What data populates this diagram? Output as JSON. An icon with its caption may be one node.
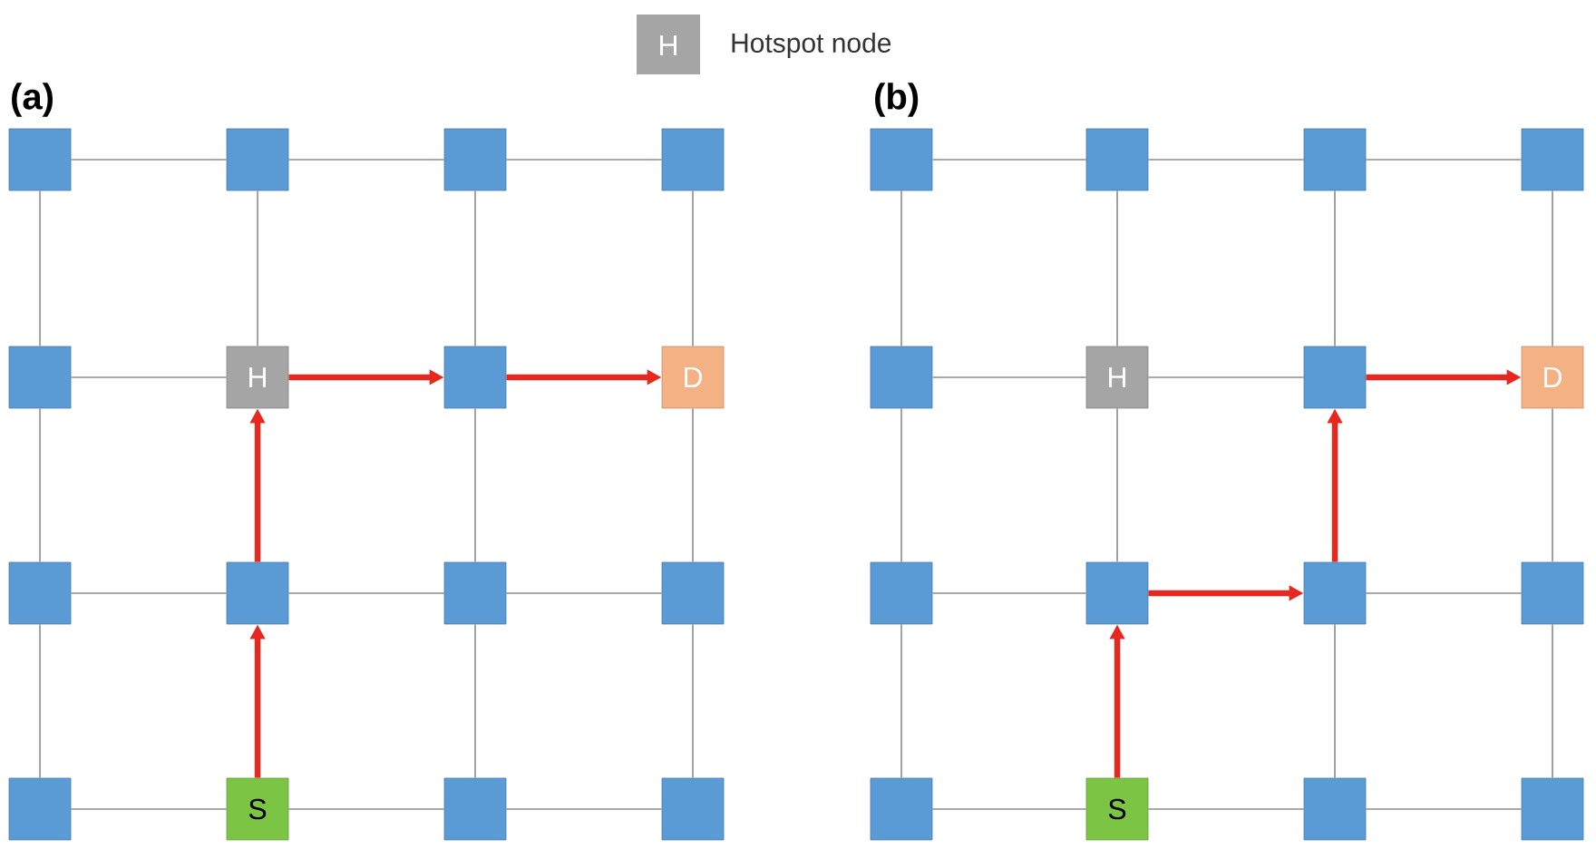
{
  "diagram": {
    "nodes": [
      {
        "text": [],
        "shape": "box"
      },
      {
        "text": [],
        "shape": "box"
      },
      {
        "text": [],
        "shape": "box"
      },
      {
        "text": [],
        "shape": "box"
      },
      {
        "text": [],
        "shape": "box"
      },
      {
        "text": [
          "H"
        ]
      },
      {
        "text": [],
        "shape": "box"
      },
      {
        "text": [
          "D"
        ]
      },
      {
        "text": [],
        "shape": "box"
      },
      {
        "text": [],
        "shape": "box"
      },
      {
        "text": [],
        "shape": "box"
      },
      {
        "text": [],
        "shape": "box"
      },
      {
        "text": [],
        "shape": "box"
      },
      {
        "text": [
          "S"
        ]
      },
      {
        "text": [],
        "shape": "box"
      },
      {
        "text": [],
        "shape": "box"
      },
      {
        "text": [],
        "shape": "box"
      },
      {
        "text": [],
        "shape": "box"
      },
      {
        "text": [],
        "shape": "box"
      },
      {
        "text": [],
        "shape": "box"
      },
      {
        "text": [],
        "shape": "box"
      },
      {
        "text": [
          "H"
        ]
      },
      {
        "text": [],
        "shape": "box"
      },
      {
        "text": [
          "D"
        ]
      },
      {
        "text": [],
        "shape": "box"
      },
      {
        "text": [],
        "shape": "box"
      },
      {
        "text": [],
        "shape": "box"
      },
      {
        "text": [],
        "shape": "box"
      },
      {
        "text": [],
        "shape": "box"
      },
      {
        "text": [
          "S"
        ]
      },
      {
        "text": [],
        "shape": "box"
      },
      {
        "text": [],
        "shape": "box"
      }
    ],
    "edges": [
      {
        "from": 0,
        "to": 1,
        "arrow": "none"
      },
      {
        "from": 1,
        "to": 2,
        "arrow": "none"
      },
      {
        "from": 2,
        "to": 3,
        "arrow": "none"
      },
      {
        "from": 4,
        "to": 5,
        "arrow": "none"
      },
      {
        "from": 8,
        "to": 9,
        "arrow": "none"
      },
      {
        "from": 9,
        "to": 10,
        "arrow": "none"
      },
      {
        "from": 10,
        "to": 11,
        "arrow": "none"
      },
      {
        "from": 12,
        "to": 13,
        "arrow": "none"
      },
      {
        "from": 13,
        "to": 14,
        "arrow": "none"
      },
      {
        "from": 14,
        "to": 15,
        "arrow": "none"
      },
      {
        "from": 0,
        "to": 4,
        "arrow": "none"
      },
      {
        "from": 1,
        "to": 5,
        "arrow": "none"
      },
      {
        "from": 2,
        "to": 6,
        "arrow": "none"
      },
      {
        "from": 3,
        "to": 7,
        "arrow": "none"
      },
      {
        "from": 4,
        "to": 8,
        "arrow": "none"
      },
      {
        "from": 6,
        "to": 10,
        "arrow": "none"
      },
      {
        "from": 7,
        "to": 11,
        "arrow": "none"
      },
      {
        "from": 8,
        "to": 12,
        "arrow": "none"
      },
      {
        "from": 10,
        "to": 14,
        "arrow": "none"
      },
      {
        "from": 11,
        "to": 15,
        "arrow": "none"
      },
      {
        "from": 13,
        "to": 9,
        "arrow": "to",
        "style": "thick",
        "color": "#e8281e"
      },
      {
        "from": 9,
        "to": 5,
        "arrow": "to",
        "style": "thick",
        "color": "#e8281e"
      },
      {
        "from": 5,
        "to": 6,
        "arrow": "to",
        "style": "thick",
        "color": "#e8281e"
      },
      {
        "from": 6,
        "to": 7,
        "arrow": "to",
        "style": "thick",
        "color": "#e8281e"
      },
      {
        "from": 16,
        "to": 17,
        "arrow": "none"
      },
      {
        "from": 17,
        "to": 18,
        "arrow": "none"
      },
      {
        "from": 18,
        "to": 19,
        "arrow": "none"
      },
      {
        "from": 20,
        "to": 21,
        "arrow": "none"
      },
      {
        "from": 21,
        "to": 22,
        "arrow": "none"
      },
      {
        "from": 24,
        "to": 25,
        "arrow": "none"
      },
      {
        "from": 26,
        "to": 27,
        "arrow": "none"
      },
      {
        "from": 28,
        "to": 29,
        "arrow": "none"
      },
      {
        "from": 29,
        "to": 30,
        "arrow": "none"
      },
      {
        "from": 30,
        "to": 31,
        "arrow": "none"
      },
      {
        "from": 16,
        "to": 20,
        "arrow": "none"
      },
      {
        "from": 17,
        "to": 21,
        "arrow": "none"
      },
      {
        "from": 18,
        "to": 22,
        "arrow": "none"
      },
      {
        "from": 19,
        "to": 23,
        "arrow": "none"
      },
      {
        "from": 20,
        "to": 24,
        "arrow": "none"
      },
      {
        "from": 21,
        "to": 25,
        "arrow": "none"
      },
      {
        "from": 23,
        "to": 27,
        "arrow": "none"
      },
      {
        "from": 24,
        "to": 28,
        "arrow": "none"
      },
      {
        "from": 26,
        "to": 30,
        "arrow": "none"
      },
      {
        "from": 27,
        "to": 31,
        "arrow": "none"
      },
      {
        "from": 29,
        "to": 25,
        "arrow": "to",
        "style": "thick",
        "color": "#e8281e"
      },
      {
        "from": 25,
        "to": 26,
        "arrow": "to",
        "style": "thick",
        "color": "#e8281e"
      },
      {
        "from": 26,
        "to": 22,
        "arrow": "to",
        "style": "thick",
        "color": "#e8281e"
      },
      {
        "from": 22,
        "to": 23,
        "arrow": "to",
        "style": "thick",
        "color": "#e8281e"
      }
    ],
    "labels": [
      "H",
      "(a)",
      "(b)"
    ],
    "legend": [
      {
        "text": "Hotspot node",
        "color": "#a5a5a5"
      }
    ]
  }
}
